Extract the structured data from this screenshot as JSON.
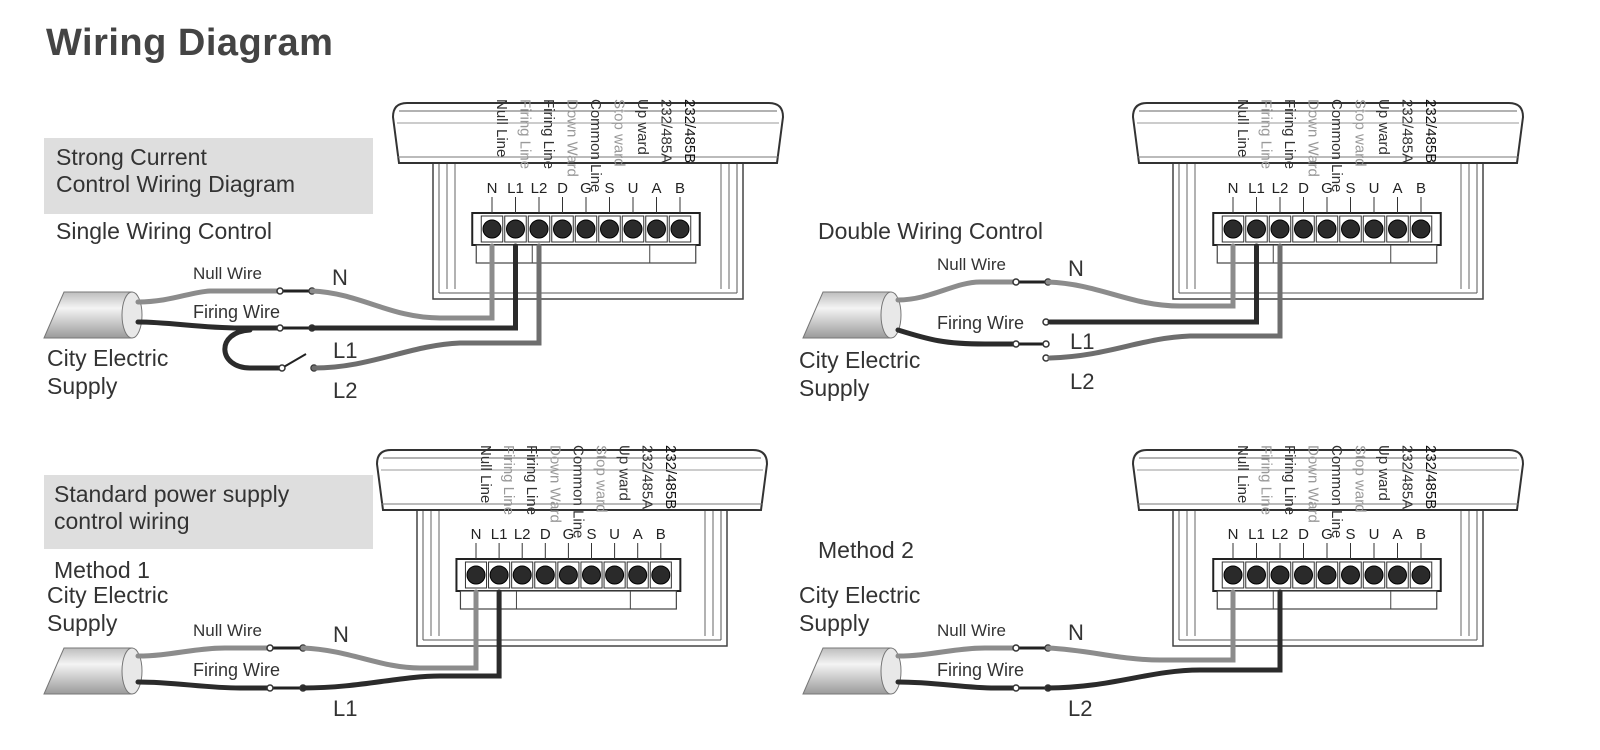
{
  "title": "Wiring Diagram",
  "sections": {
    "strong": {
      "line1": "Strong Current",
      "line2": "Control Wiring Diagram"
    },
    "standard": {
      "line1": "Standard power supply",
      "line2": "control wiring"
    }
  },
  "captions": {
    "single": "Single Wiring Control",
    "double": "Double Wiring Control",
    "method1": "Method 1",
    "method2": "Method 2"
  },
  "supply": {
    "line1": "City Electric",
    "line2": "Supply"
  },
  "wires": {
    "null": "Null Wire",
    "firing": "Firing Wire"
  },
  "terminals": [
    {
      "code": "N",
      "label": "Null Line",
      "shade": "dark"
    },
    {
      "code": "L1",
      "label": "Firing Line",
      "shade": "light"
    },
    {
      "code": "L2",
      "label": "Firing Line",
      "shade": "dark"
    },
    {
      "code": "D",
      "label": "Down Ward",
      "shade": "light"
    },
    {
      "code": "G",
      "label": "Common Line",
      "shade": "dark"
    },
    {
      "code": "S",
      "label": "Stop ward",
      "shade": "light"
    },
    {
      "code": "U",
      "label": "Up ward",
      "shade": "dark"
    },
    {
      "code": "A",
      "label": "232/485A",
      "shade": "dark"
    },
    {
      "code": "B",
      "label": "232/485B",
      "shade": "black"
    }
  ],
  "outputs": {
    "N": "N",
    "L1": "L1",
    "L2": "L2"
  },
  "colors": {
    "null_wire": "#8c8c8c",
    "firing_wire": "#2b2b2b",
    "l2_wire": "#6e6e6e",
    "banner": "#dedede"
  }
}
